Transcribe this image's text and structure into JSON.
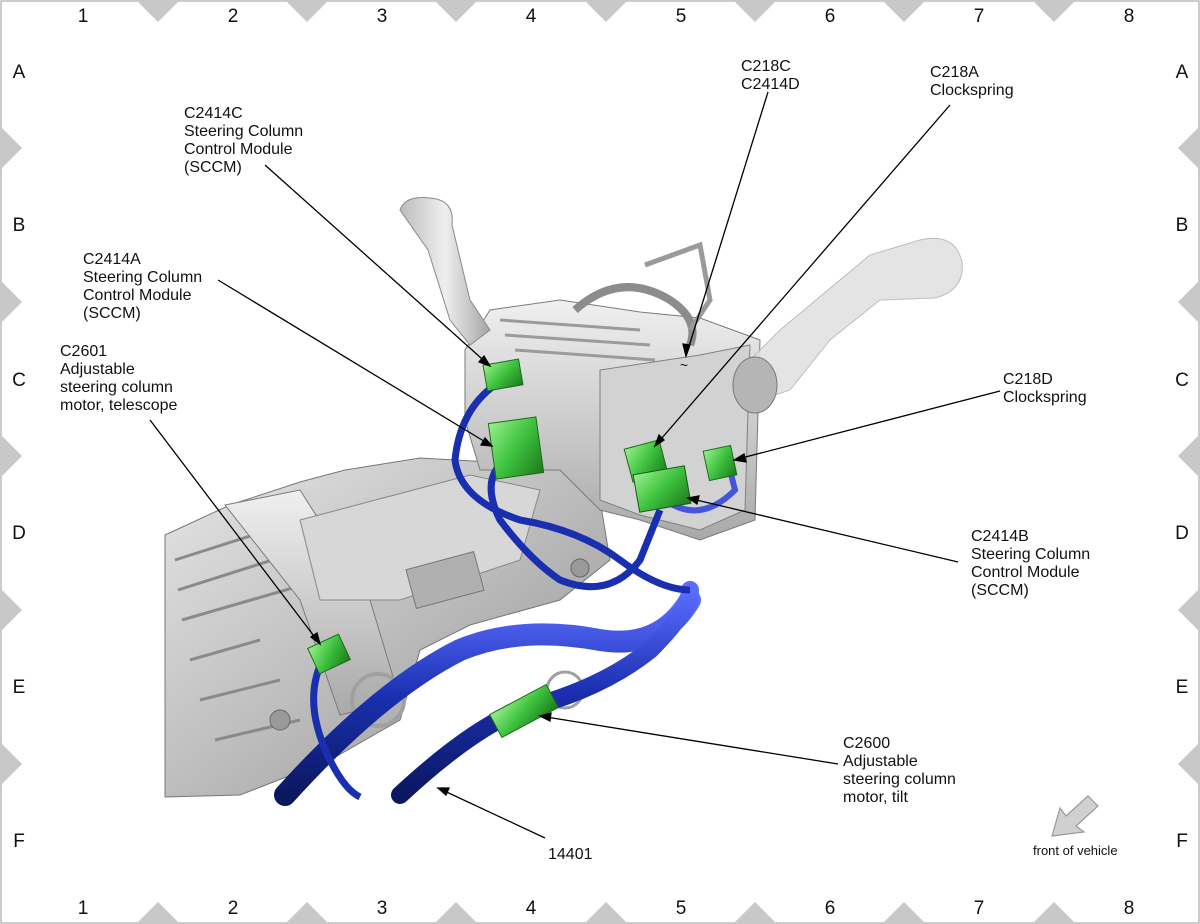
{
  "grid": {
    "columns": [
      "1",
      "2",
      "3",
      "4",
      "5",
      "6",
      "7",
      "8"
    ],
    "rows": [
      "A",
      "B",
      "C",
      "D",
      "E",
      "F"
    ]
  },
  "callouts": {
    "c218c": [
      "C218C",
      "C2414D"
    ],
    "c218a": [
      "C218A",
      "Clockspring"
    ],
    "c2414c": [
      "C2414C",
      "Steering Column",
      "Control Module",
      "(SCCM)"
    ],
    "c2414a": [
      "C2414A",
      "Steering Column",
      "Control Module",
      "(SCCM)"
    ],
    "c2601": [
      "C2601",
      "Adjustable",
      "steering column",
      "motor, telescope"
    ],
    "c218d": [
      "C218D",
      "Clockspring"
    ],
    "c2414b": [
      "C2414B",
      "Steering Column",
      "Control Module",
      "(SCCM)"
    ],
    "c2600": [
      "C2600",
      "Adjustable",
      "steering column",
      "motor, tilt"
    ],
    "harness": [
      "14401"
    ]
  },
  "orientation": {
    "label": "front of vehicle"
  },
  "colors": {
    "harness": "#1a2fb0",
    "connector": "#3ec23e",
    "housing": "#c9c9c9",
    "frame_marker": "#c8c8c8"
  }
}
